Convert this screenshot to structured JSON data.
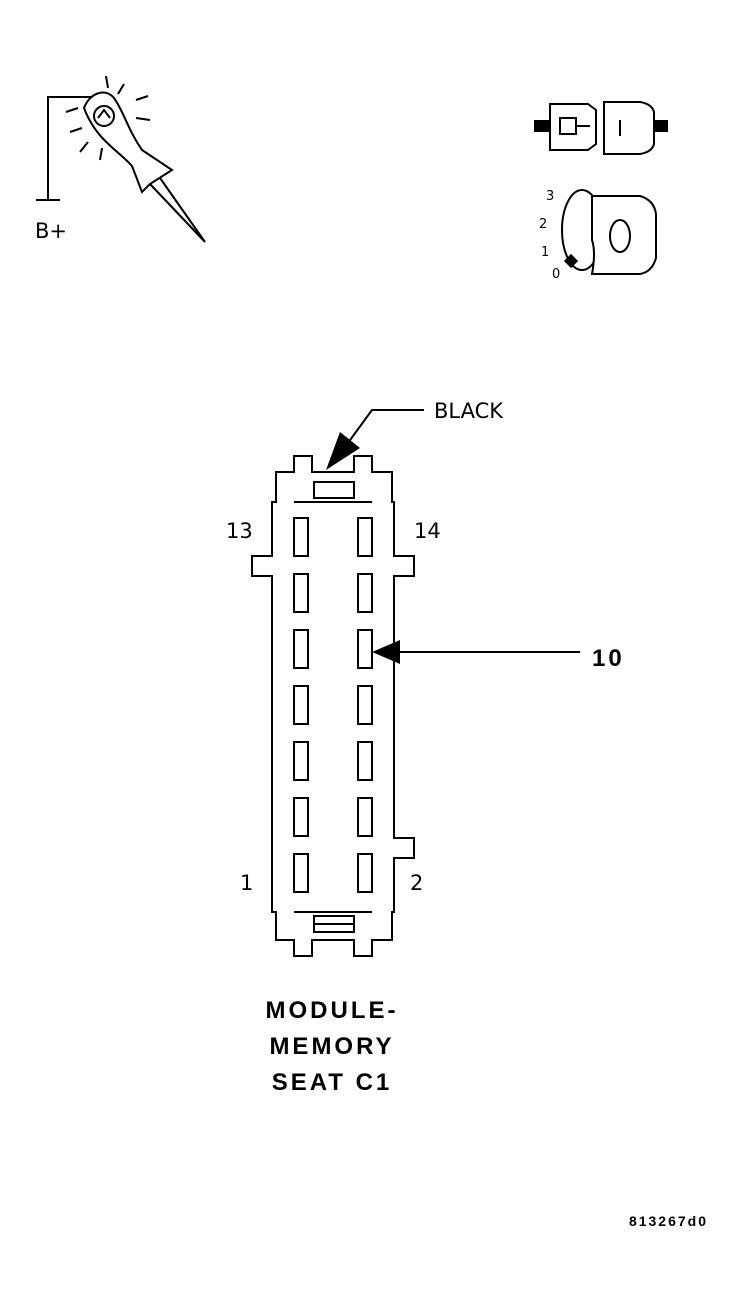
{
  "test_light": {
    "supply_label": "B+",
    "icon": "test-light-icon"
  },
  "ignition": {
    "icon": "ignition-key-icon",
    "positions": [
      "3",
      "2",
      "1",
      "0"
    ],
    "connector_icon": "disconnected-connector-icon"
  },
  "connector": {
    "color_label": "BLACK",
    "pin_labels": {
      "top_left": "13",
      "top_right": "14",
      "bottom_left": "1",
      "bottom_right": "2"
    },
    "callout": "10",
    "cavities_per_column": 7,
    "name_lines": [
      "MODULE-",
      "MEMORY",
      "SEAT C1"
    ]
  },
  "figure_id": "813267d0"
}
